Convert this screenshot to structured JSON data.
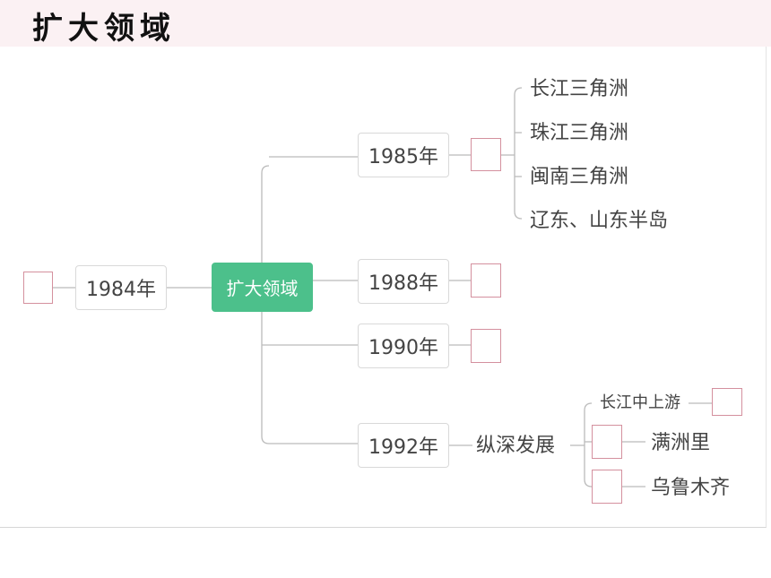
{
  "title": "扩大领域",
  "diagram": {
    "root": "1984年",
    "center": "扩大领域",
    "branches": [
      {
        "year": "1985年",
        "items": [
          "长江三角洲",
          "珠江三角洲",
          "闽南三角洲",
          "辽东、山东半岛"
        ]
      },
      {
        "year": "1988年"
      },
      {
        "year": "1990年"
      },
      {
        "year": "1992年",
        "topic": "纵深发展",
        "items": [
          "长江中上游",
          "满洲里",
          "乌鲁木齐"
        ]
      }
    ]
  },
  "colors": {
    "central_node": "#4cc08b",
    "blank_box_border": "#d4909e",
    "connector": "#bbbbbb",
    "header_band": "#fbf1f3"
  }
}
